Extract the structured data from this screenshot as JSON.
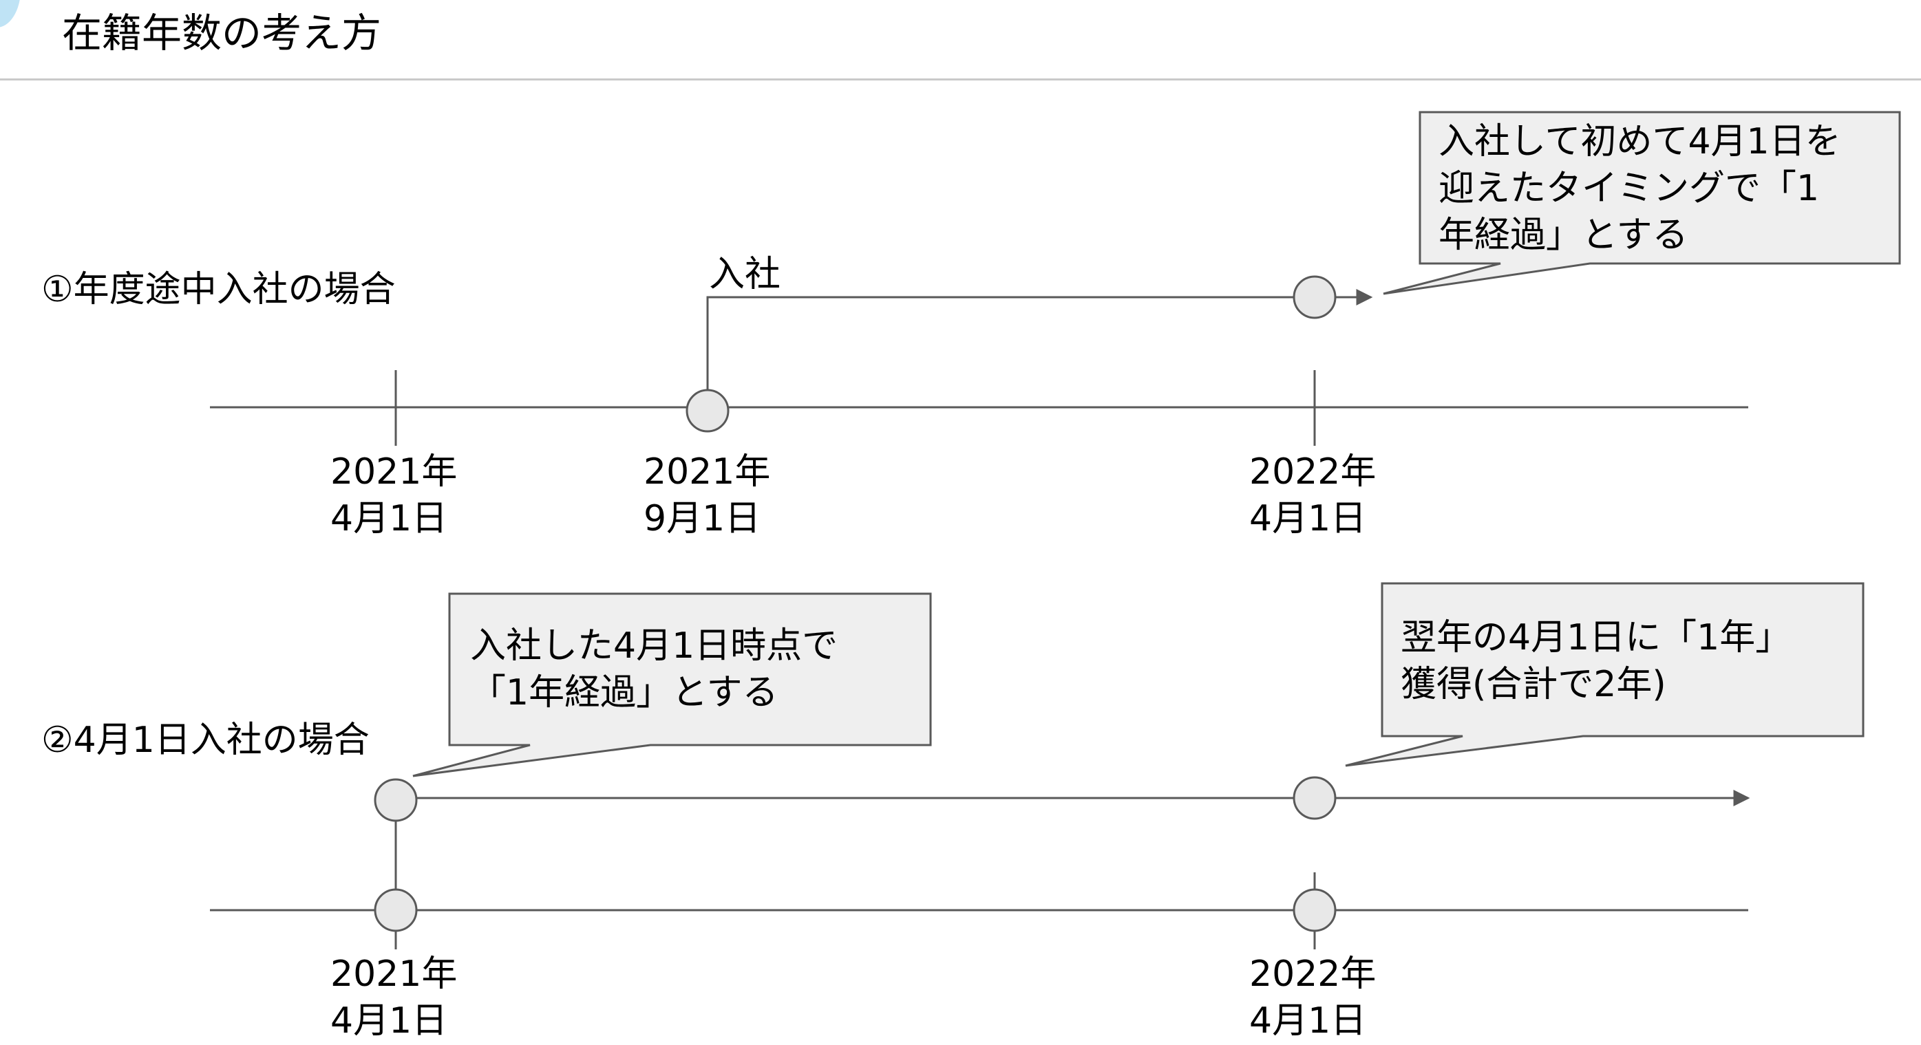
{
  "title": "在籍年数の考え方",
  "case1": {
    "label": "①年度途中入社の場合",
    "join_label": "入社",
    "dates": [
      {
        "line1": "2021年",
        "line2": "4月1日"
      },
      {
        "line1": "2021年",
        "line2": "9月1日"
      },
      {
        "line1": "2022年",
        "line2": "4月1日"
      }
    ],
    "callout": {
      "line1": "入社して初めて4月1日を",
      "line2": "迎えたタイミングで「1",
      "line3": "年経過」とする"
    }
  },
  "case2": {
    "label": "②4月1日入社の場合",
    "dates": [
      {
        "line1": "2021年",
        "line2": "4月1日"
      },
      {
        "line1": "2022年",
        "line2": "4月1日"
      }
    ],
    "callout_left": {
      "line1": "入社した4月1日時点で",
      "line2": "「1年経過」とする"
    },
    "callout_right": {
      "line1": "翌年の4月1日に「1年」",
      "line2": "獲得(合計で2年)"
    }
  },
  "colors": {
    "line": "#595959",
    "marker_fill": "#e8e8e8",
    "callout_fill": "#efefef",
    "divider": "#c9c9c9"
  }
}
